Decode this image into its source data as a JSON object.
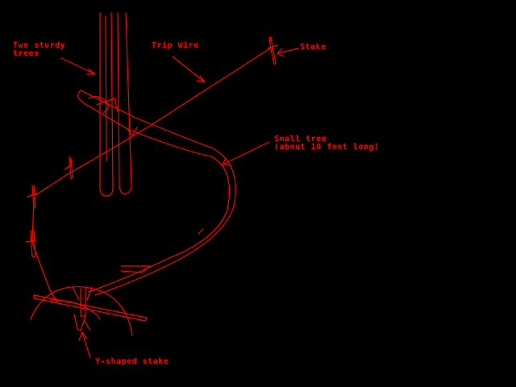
{
  "labels": {
    "two_sturdy_trees": [
      "Two sturdy",
      "trees"
    ],
    "trip_wire": "Trip Wire",
    "stake": "Stake",
    "small_tree": [
      "Small tree",
      "(about 10 foot long)"
    ],
    "y_shaped_stake": "Y-shaped stake"
  },
  "colors": {
    "background": "#000000",
    "ink": "#ff0000"
  }
}
